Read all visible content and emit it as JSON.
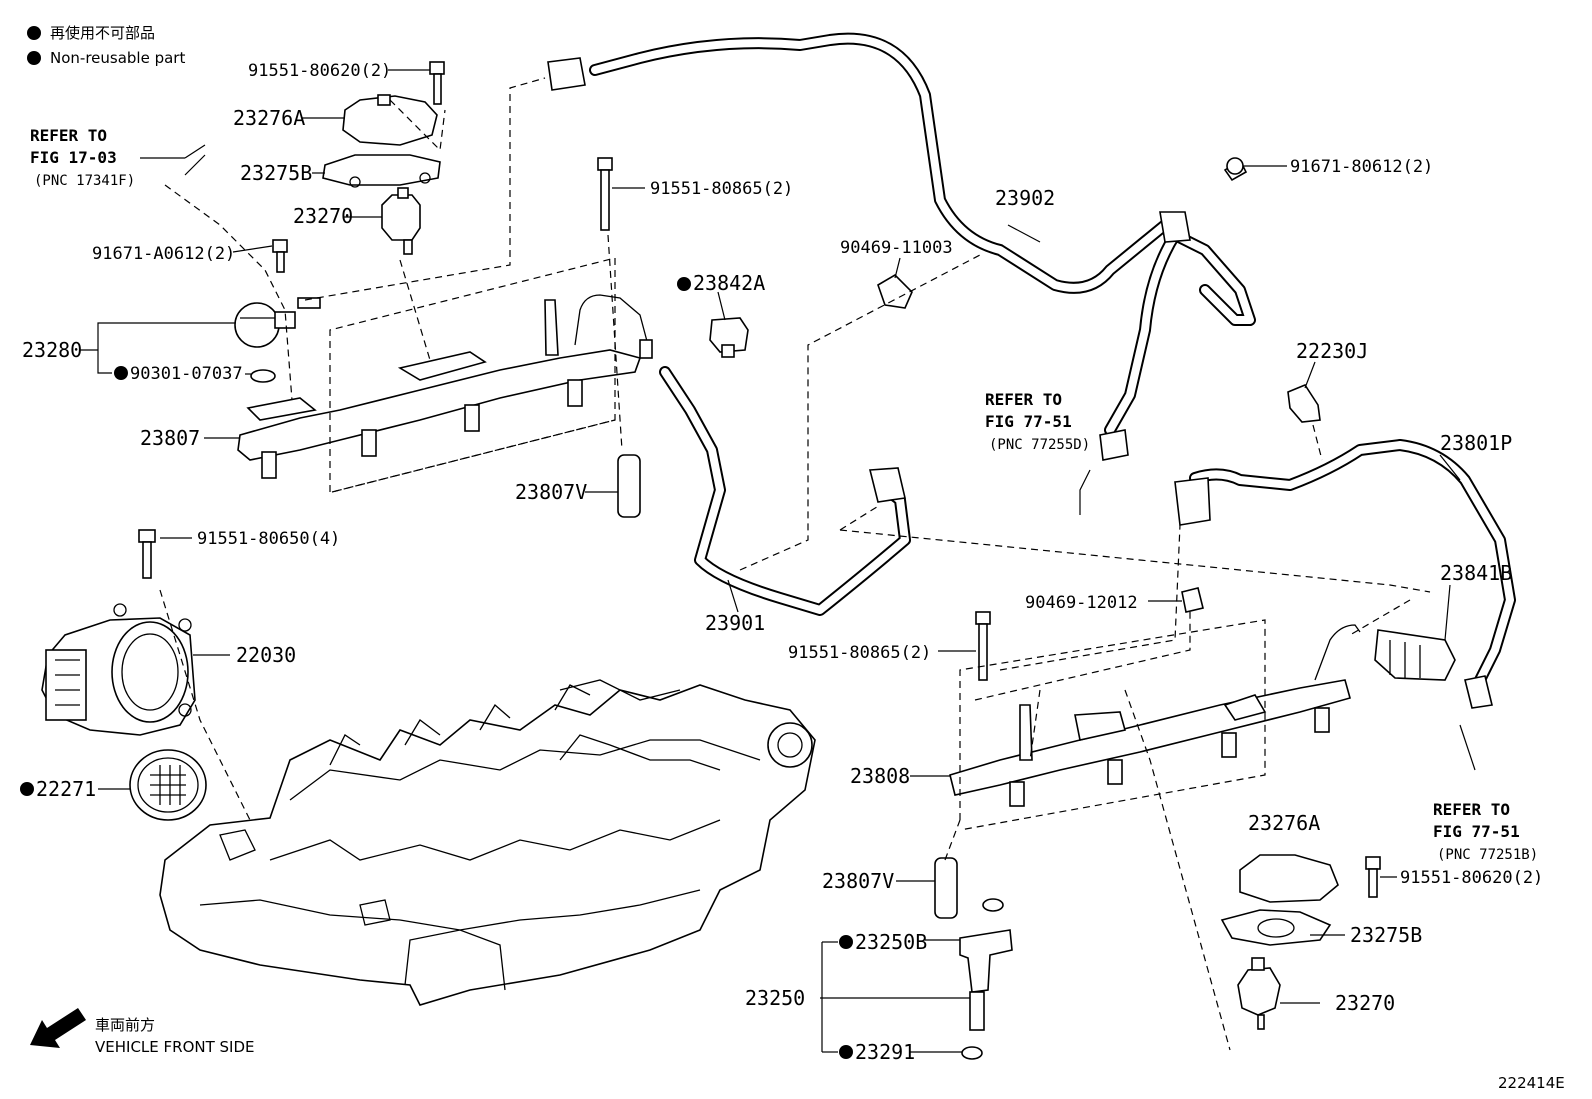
{
  "legend": {
    "item_jp": "再使用不可部品",
    "item_en": "Non-reusable part"
  },
  "footer": {
    "direction_jp": "車両前方",
    "direction_en": "VEHICLE FRONT SIDE",
    "figure_code": "222414E"
  },
  "refs": {
    "ref1": {
      "line1": "REFER TO",
      "line2": "FIG 17-03",
      "line3": "(PNC 17341F)"
    },
    "ref2": {
      "line1": "REFER TO",
      "line2": "FIG 77-51",
      "line3": "(PNC 77255D)"
    },
    "ref3": {
      "line1": "REFER TO",
      "line2": "FIG 77-51",
      "line3": "(PNC 77251B)"
    }
  },
  "parts": {
    "p_9155180620_a": "91551-80620(2)",
    "p_23276A_a": "23276A",
    "p_23275B_a": "23275B",
    "p_23270_a": "23270",
    "p_91671A0612": "91671-A0612(2)",
    "p_23280": "23280",
    "p_9030107037": "90301-07037",
    "p_23807": "23807",
    "p_9155180865_a": "91551-80865(2)",
    "p_23807V_a": "23807V",
    "p_23842A": "23842A",
    "p_9046911003": "90469-11003",
    "p_23902": "23902",
    "p_9167180612": "91671-80612(2)",
    "p_22230J": "22230J",
    "p_23801P": "23801P",
    "p_23841B": "23841B",
    "p_9046912012": "90469-12012",
    "p_9155180865_b": "91551-80865(2)",
    "p_23901": "23901",
    "p_9155180650": "91551-80650(4)",
    "p_22030": "22030",
    "p_22271": "22271",
    "p_23808": "23808",
    "p_23807V_b": "23807V",
    "p_23250B": "23250B",
    "p_23250": "23250",
    "p_23291": "23291",
    "p_23276A_b": "23276A",
    "p_9155180620_b": "91551-80620(2)",
    "p_23275B_b": "23275B",
    "p_23270_b": "23270"
  }
}
